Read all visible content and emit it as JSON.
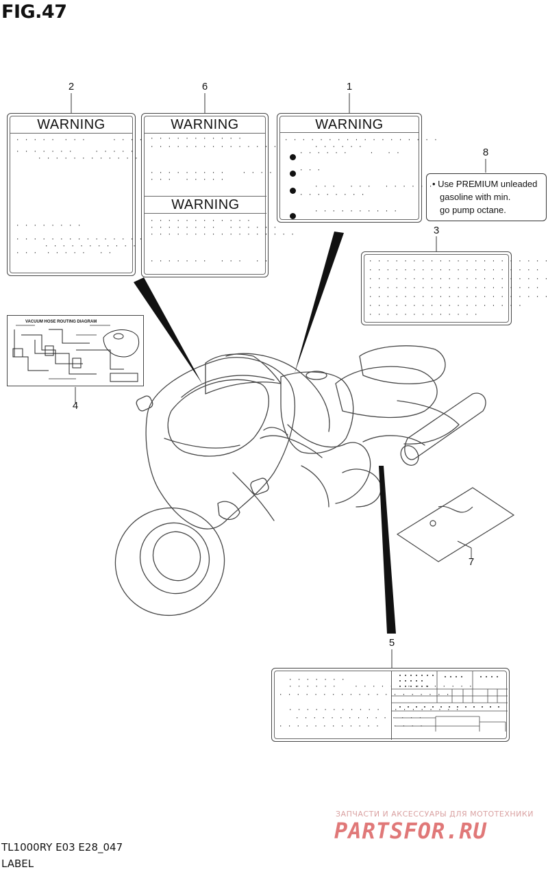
{
  "figure": {
    "title": "FIG.47"
  },
  "callouts": [
    "1",
    "2",
    "3",
    "4",
    "5",
    "6",
    "7",
    "8"
  ],
  "labels": {
    "warning_text": "WARNING",
    "vacuum_title": "VACUUM HOSE ROUTING DIAGRAM",
    "premium_lines": [
      "• Use PREMIUM unleaded",
      "gasoline with min.",
      "go pump octane."
    ]
  },
  "footer": {
    "model_code": "TL1000RY E03 E28_047",
    "section": "LABEL"
  },
  "watermark": {
    "subtitle": "ЗАПЧАСТИ И АКСЕССУАРЫ ДЛЯ МОТОТЕХНИКИ",
    "brand": "PARTSFOR.RU"
  },
  "colors": {
    "line": "#333333",
    "watermark": "#e07878"
  }
}
